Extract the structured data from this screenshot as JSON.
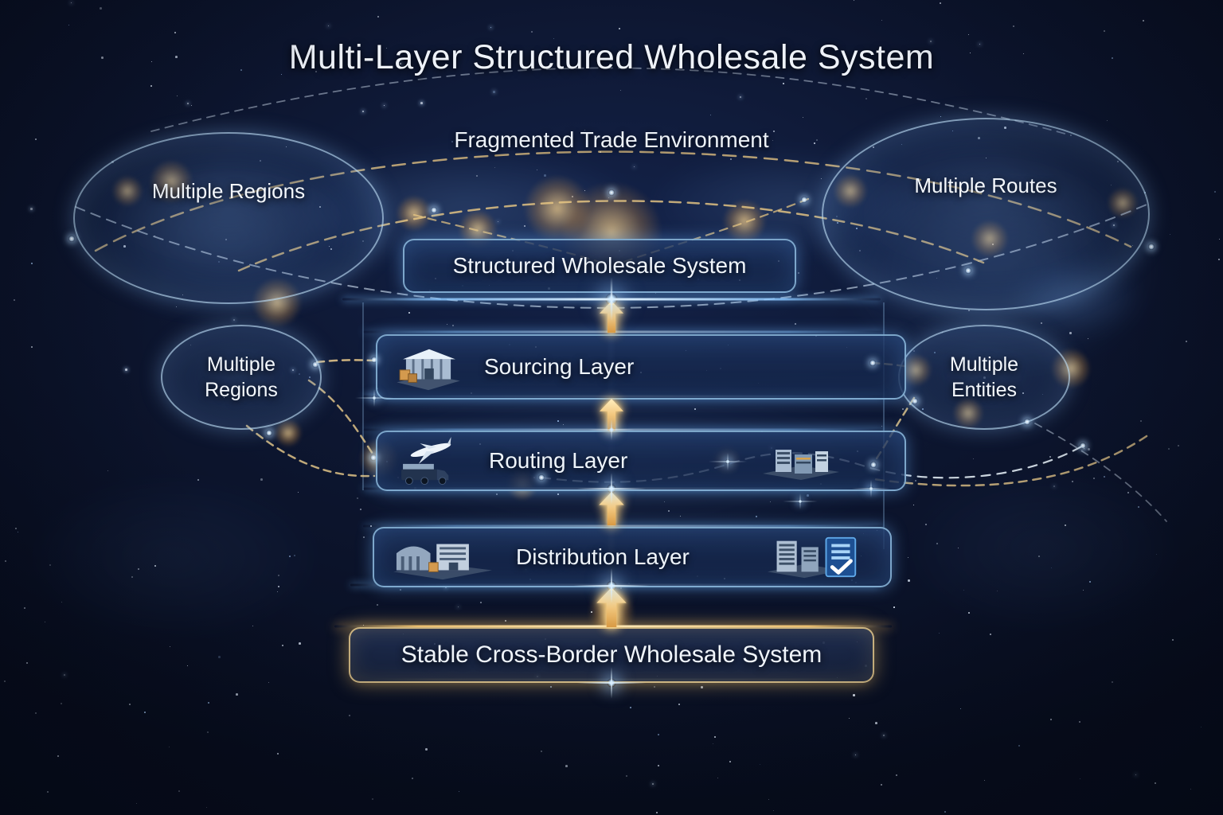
{
  "title": "Multi-Layer Structured Wholesale System",
  "subtitle": "Fragmented Trade Environment",
  "bubbles": {
    "top_left": "Multiple Regions",
    "top_right": "Multiple Routes",
    "mid_left_line1": "Multiple",
    "mid_left_line2": "Regions",
    "mid_right_line1": "Multiple",
    "mid_right_line2": "Entities"
  },
  "flow": {
    "top_node": "Structured Wholesale System",
    "layers": [
      {
        "label": "Sourcing Layer",
        "icon": "warehouse-icon"
      },
      {
        "label": "Routing Layer",
        "icon_left": "airplane-truck-icon",
        "icon_right": "depot-icon"
      },
      {
        "label": "Distribution Layer",
        "icon_left": "warehouses-icon",
        "icon_right": "buildings-document-icon"
      }
    ],
    "bottom_node": "Stable Cross-Border Wholesale System"
  },
  "colors": {
    "background": "#0d1630",
    "node_border_blue": "#a0d2f5",
    "node_border_gold": "#ecce8c",
    "arrow_gold": "#e8b45e",
    "text": "#f0f5fb"
  }
}
